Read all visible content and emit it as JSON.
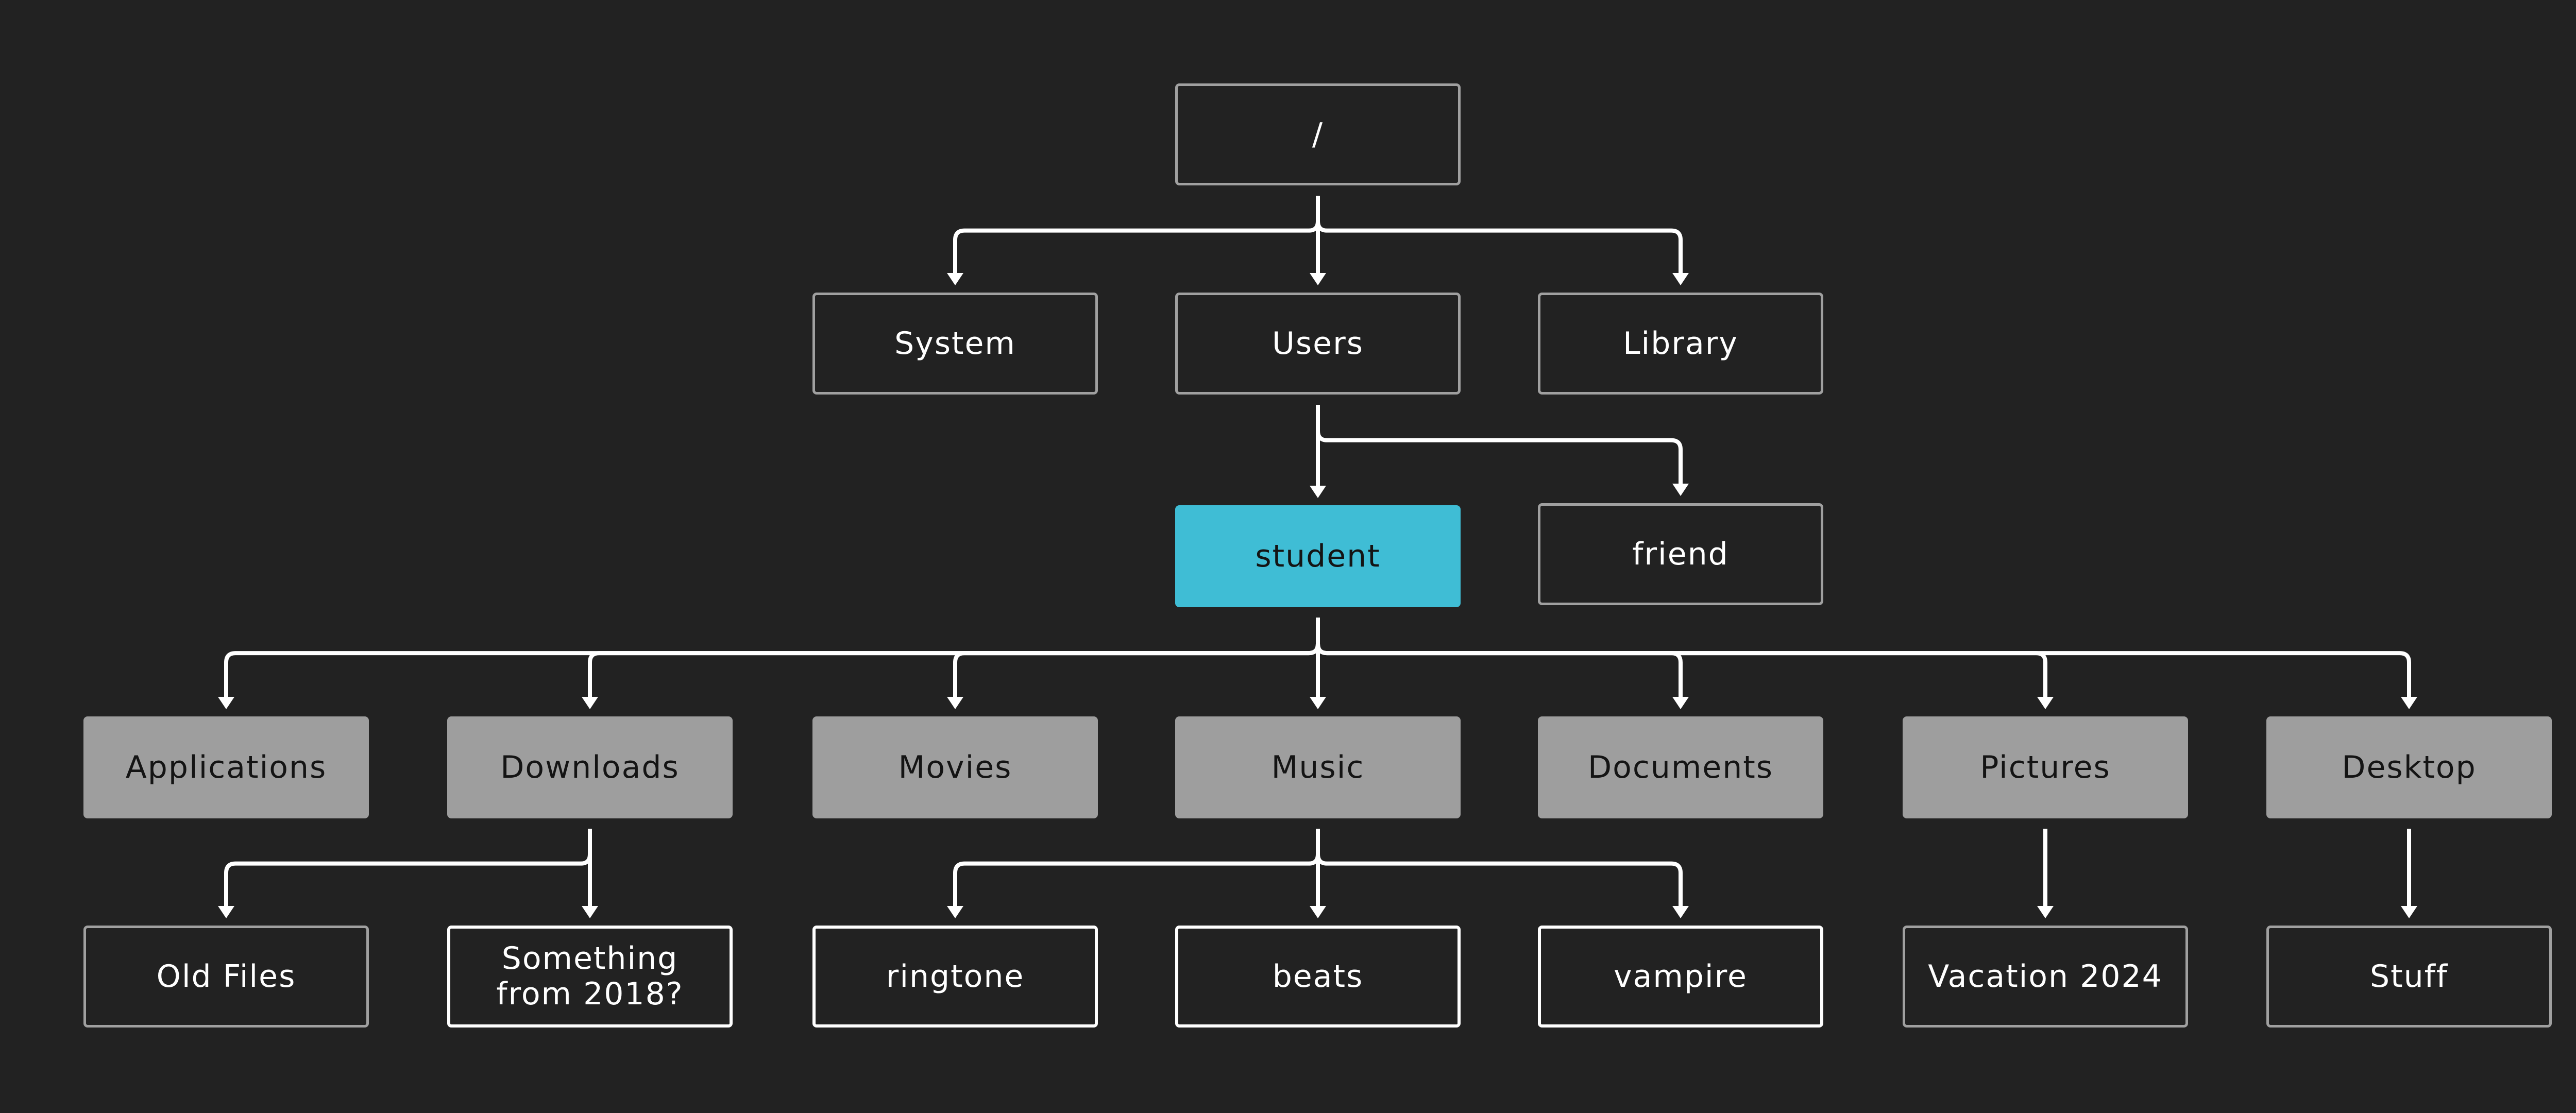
{
  "colors": {
    "background": "#222222",
    "connector": "#ffffff",
    "accent": "#3fbdd5",
    "folder_fill": "#9e9e9e",
    "outline": "#a0a0a0"
  },
  "nodes": {
    "root": "/",
    "system": "System",
    "users": "Users",
    "library": "Library",
    "student": "student",
    "friend": "friend",
    "applications": "Applications",
    "downloads": "Downloads",
    "movies": "Movies",
    "music": "Music",
    "documents": "Documents",
    "pictures": "Pictures",
    "desktop": "Desktop",
    "old_files": "Old Files",
    "something_2018": "Something\nfrom 2018?",
    "ringtone": "ringtone",
    "beats": "beats",
    "vampire": "vampire",
    "vacation_2024": "Vacation 2024",
    "stuff": "Stuff"
  },
  "edges": [
    [
      "root",
      "system"
    ],
    [
      "root",
      "users"
    ],
    [
      "root",
      "library"
    ],
    [
      "users",
      "student"
    ],
    [
      "users",
      "friend"
    ],
    [
      "student",
      "applications"
    ],
    [
      "student",
      "downloads"
    ],
    [
      "student",
      "movies"
    ],
    [
      "student",
      "music"
    ],
    [
      "student",
      "documents"
    ],
    [
      "student",
      "pictures"
    ],
    [
      "student",
      "desktop"
    ],
    [
      "downloads",
      "old_files"
    ],
    [
      "downloads",
      "something_2018"
    ],
    [
      "music",
      "ringtone"
    ],
    [
      "music",
      "beats"
    ],
    [
      "music",
      "vampire"
    ],
    [
      "pictures",
      "vacation_2024"
    ],
    [
      "desktop",
      "stuff"
    ]
  ]
}
